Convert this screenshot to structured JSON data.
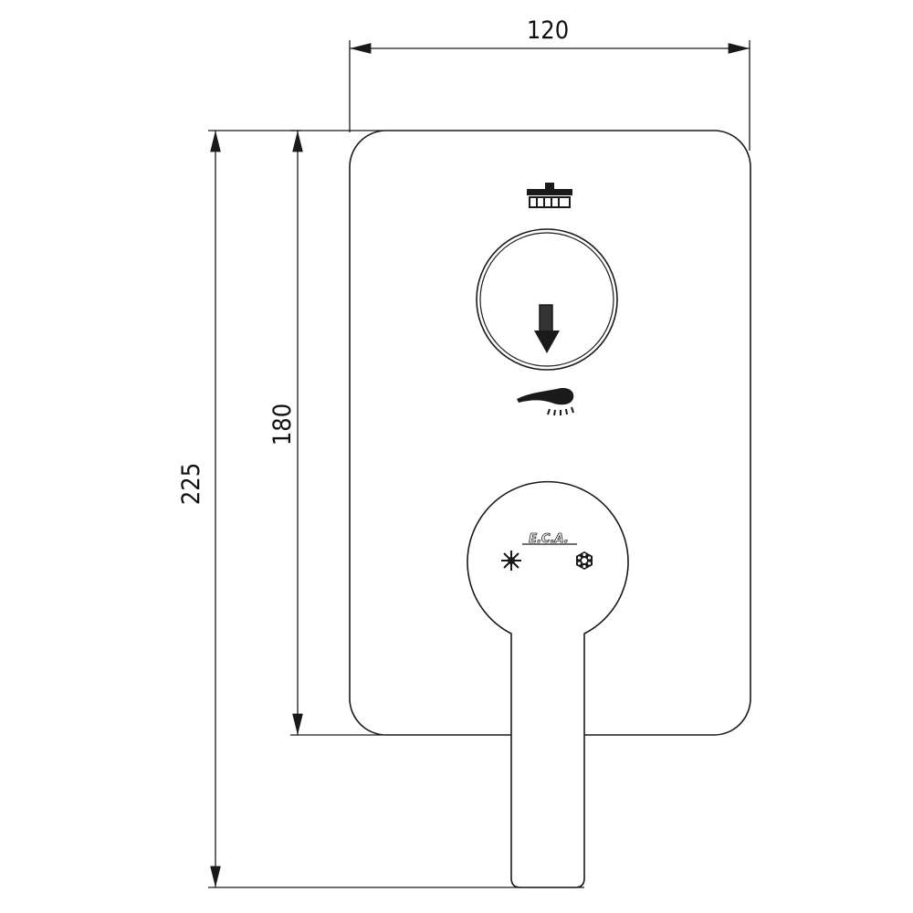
{
  "dimensions": {
    "width_label": "120",
    "plate_height_label": "180",
    "total_height_label": "225"
  },
  "symbols": {
    "top": "overhead-shower-icon",
    "selector": "arrow-down-icon",
    "bottom": "hand-shower-icon",
    "hot": "sun-icon",
    "cold": "snowflake-icon"
  },
  "logo": "E.C.A.",
  "colors": {
    "line": "#1a1a1a",
    "background": "#ffffff"
  }
}
